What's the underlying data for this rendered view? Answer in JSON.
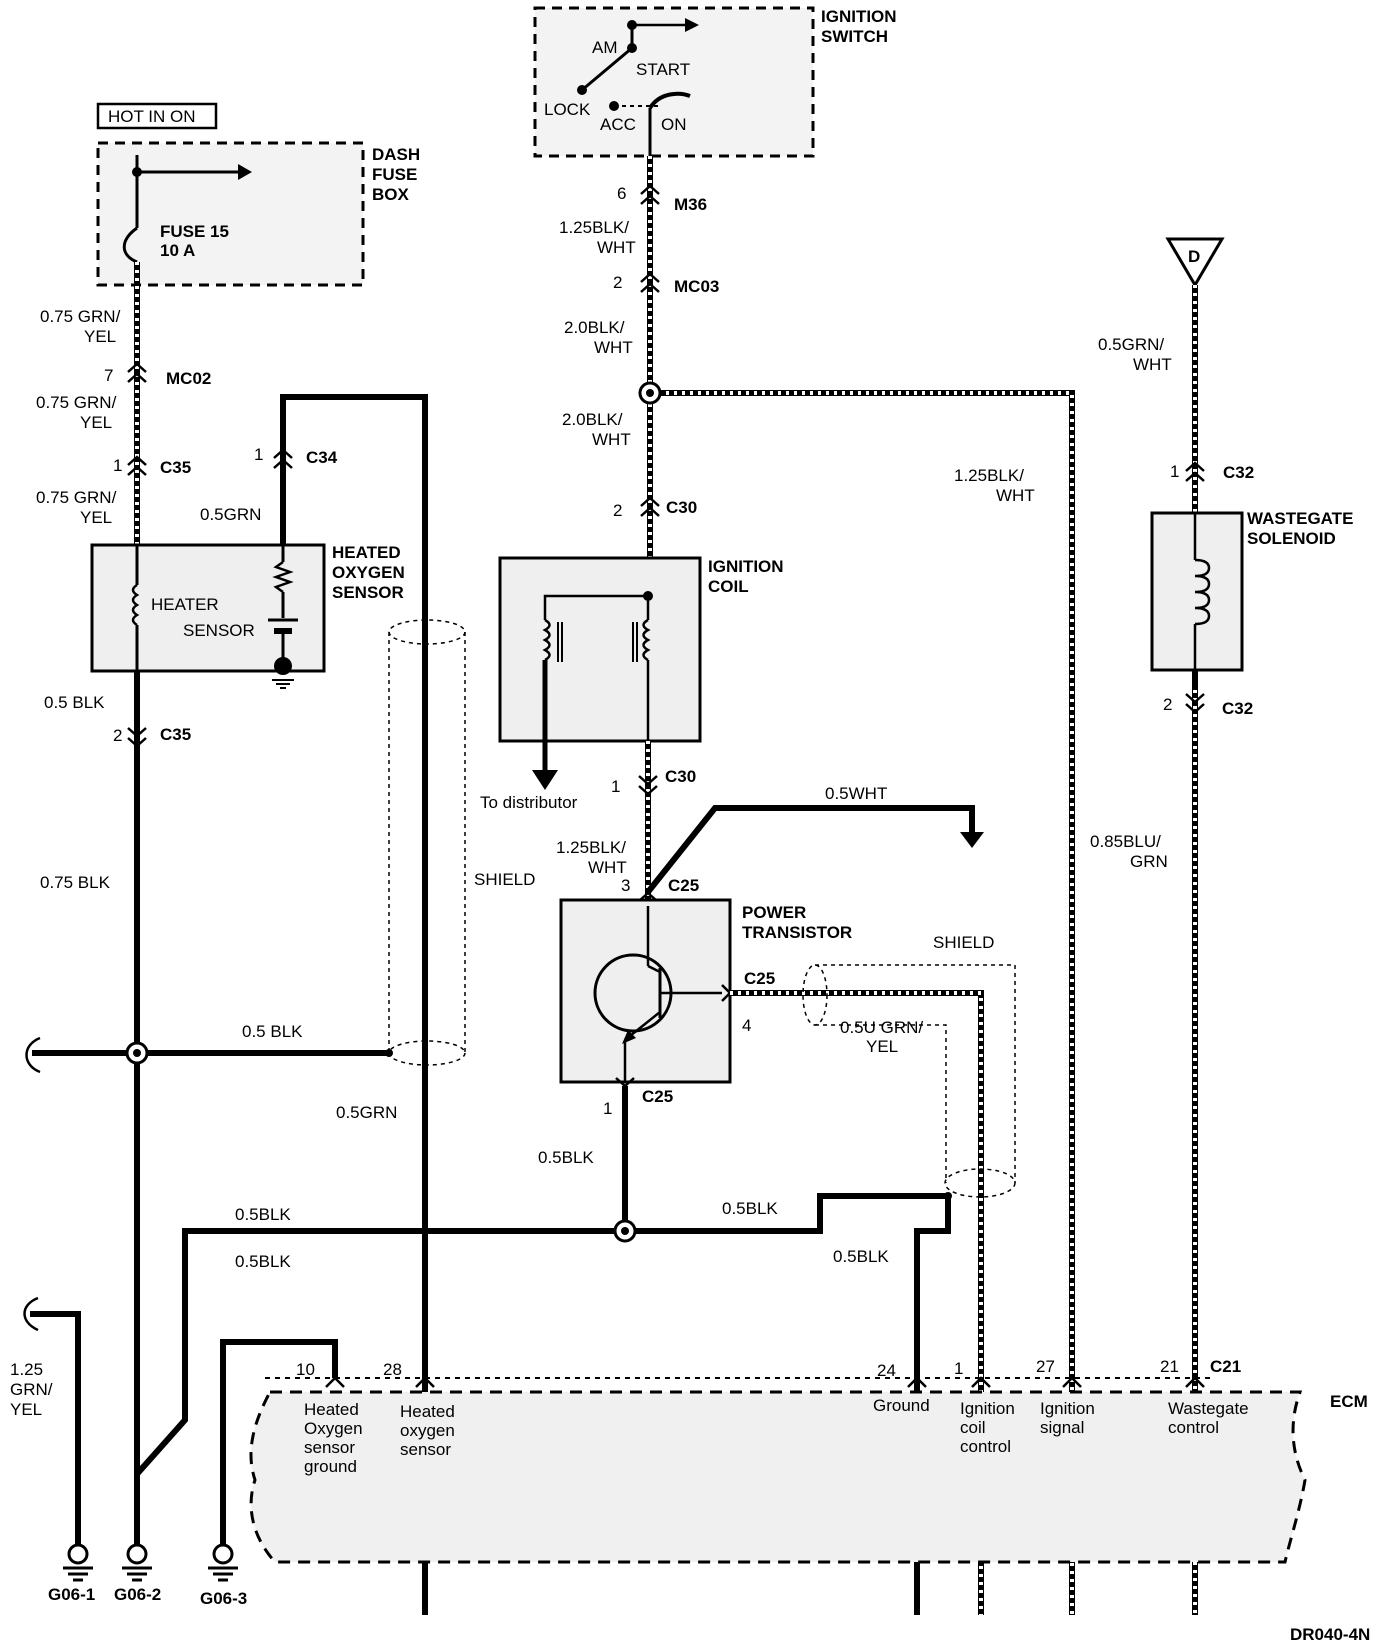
{
  "diagram_id": "DR040-4N",
  "power": {
    "hot_in_on": "HOT IN ON",
    "dash_fuse_box": [
      "DASH",
      "FUSE",
      "BOX"
    ],
    "fuse": [
      "FUSE 15",
      "10 A"
    ]
  },
  "ignition_switch": {
    "title": [
      "IGNITION",
      "SWITCH"
    ],
    "positions": {
      "am": "AM",
      "start": "START",
      "lock": "LOCK",
      "acc": "ACC",
      "on": "ON"
    }
  },
  "components": {
    "heated_oxygen_sensor": [
      "HEATED",
      "OXYGEN",
      "SENSOR"
    ],
    "heater": "HEATER",
    "sensor": "SENSOR",
    "ignition_coil": [
      "IGNITION",
      "COIL"
    ],
    "power_transistor": [
      "POWER",
      "TRANSISTOR"
    ],
    "wastegate_solenoid": [
      "WASTEGATE",
      "SOLENOID"
    ],
    "to_distributor": "To distributor",
    "shield_left": "SHIELD",
    "shield_right": "SHIELD",
    "connector_d": "D"
  },
  "connectors": {
    "m36": "M36",
    "m36_pin": "6",
    "mc03": "MC03",
    "mc03_pin": "2",
    "mc02": "MC02",
    "mc02_pin": "7",
    "c35_top": "C35",
    "c35_top_pin": "1",
    "c35_bot": "C35",
    "c35_bot_pin": "2",
    "c34": "C34",
    "c34_pin": "1",
    "c30_top": "C30",
    "c30_top_pin": "2",
    "c30_bot": "C30",
    "c30_bot_pin": "1",
    "c25_top": "C25",
    "c25_top_pin": "3",
    "c25_right": "C25",
    "c25_right_pin": "4",
    "c25_bot": "C25",
    "c25_bot_pin": "1",
    "c32_top": "C32",
    "c32_top_pin": "1",
    "c32_bot": "C32",
    "c32_bot_pin": "2",
    "c21": "C21"
  },
  "wires": {
    "w1a": "0.75 GRN/",
    "w1b": "YEL",
    "w2a": "0.75 GRN/",
    "w2b": "YEL",
    "w3a": "0.75 GRN/",
    "w3b": "YEL",
    "w_05grn_top": "0.5GRN",
    "w_05blk": "0.5 BLK",
    "w_075blk": "0.75 BLK",
    "w_05blk_h": "0.5 BLK",
    "w_05grn_mid": "0.5GRN",
    "w_m36a": "1.25BLK/",
    "w_m36b": "WHT",
    "w_mc03a": "2.0BLK/",
    "w_mc03b": "WHT",
    "w_c30a": "2.0BLK/",
    "w_c30b": "WHT",
    "w_ign_sig_a": "1.25BLK/",
    "w_ign_sig_b": "WHT",
    "w_c25a": "1.25BLK/",
    "w_c25b": "WHT",
    "w_05wht": "0.5WHT",
    "w_pt_out_a": "0.5U  GRN/",
    "w_pt_out_b": "YEL",
    "w_pt_gnd": "0.5BLK",
    "w_blk_left1": "0.5BLK",
    "w_blk_left2": "0.5BLK",
    "w_blk_right1": "0.5BLK",
    "w_blk_right2": "0.5BLK",
    "w_wg_top_a": "0.5GRN/",
    "w_wg_top_b": "WHT",
    "w_wg_bot_a": "0.85BLU/",
    "w_wg_bot_b": "GRN",
    "w_g061_a": "1.25",
    "w_g061_b": "GRN/",
    "w_g061_c": "YEL"
  },
  "ecm": {
    "title": "ECM",
    "pins": [
      {
        "num": "10",
        "label": [
          "Heated",
          "Oxygen",
          "sensor",
          "ground"
        ]
      },
      {
        "num": "28",
        "label": [
          "Heated",
          "oxygen",
          "sensor"
        ]
      },
      {
        "num": "24",
        "label": [
          "Ground"
        ]
      },
      {
        "num": "1",
        "label": [
          "Ignition",
          "coil",
          "control"
        ]
      },
      {
        "num": "27",
        "label": [
          "Ignition",
          "signal"
        ]
      },
      {
        "num": "21",
        "label": [
          "Wastegate",
          "control"
        ]
      }
    ]
  },
  "grounds": [
    "G06-1",
    "G06-2",
    "G06-3"
  ]
}
